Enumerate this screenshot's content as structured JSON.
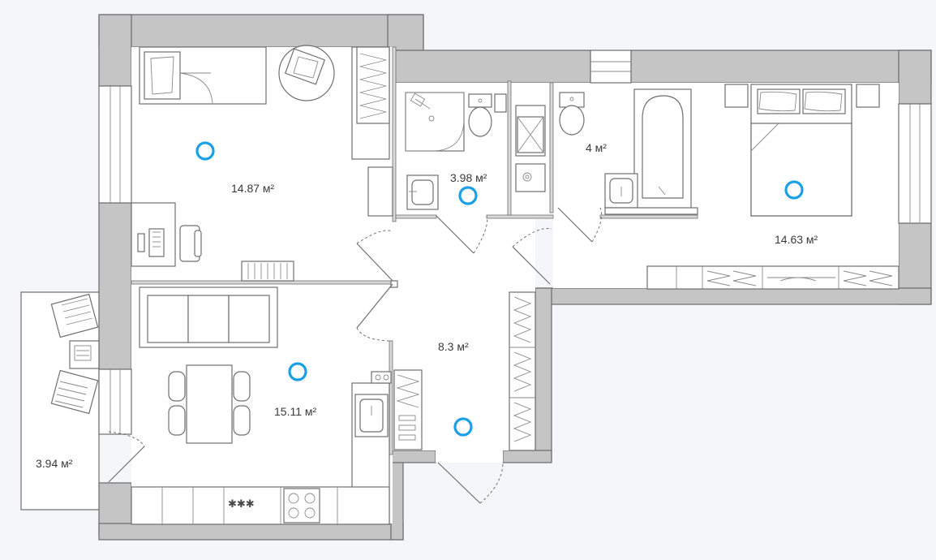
{
  "rooms": [
    {
      "id": "bedroom-left",
      "area": "14.87 м²"
    },
    {
      "id": "bathroom",
      "area": "3.98 м²"
    },
    {
      "id": "toilet",
      "area": "4 м²"
    },
    {
      "id": "bedroom-right",
      "area": "14.63 м²"
    },
    {
      "id": "hallway",
      "area": "8.3 м²"
    },
    {
      "id": "kitchen-living",
      "area": "15.11 м²"
    },
    {
      "id": "balcony",
      "area": "3.94 м²"
    }
  ],
  "colors": {
    "accent": "#1aa0e6",
    "wall": "#c5c5c5",
    "background": "#f4f6fa"
  },
  "stove_label": "✱✱✱"
}
